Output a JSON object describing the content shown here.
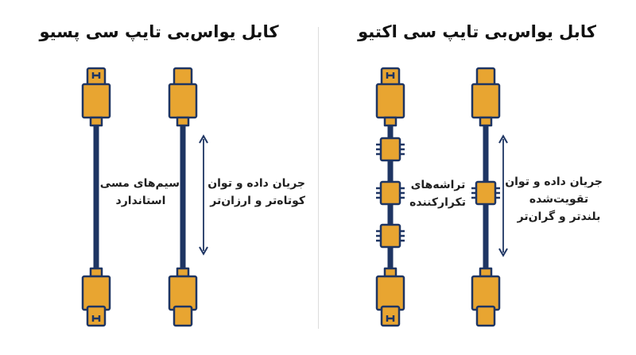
{
  "active": {
    "title": "کابل یواس‌بی تایپ سی اکتیو",
    "repeaters_label_line1": "تراشه‌های",
    "repeaters_label_line2": "تکرارکننده",
    "signal_label_line1": "جریان داده و توان",
    "signal_label_line2": "تقویت‌شده",
    "signal_label_line3": "بلندتر و گران‌تر"
  },
  "passive": {
    "title": "کابل یواس‌بی تایپ سی پسیو",
    "wires_label_line1": "سیم‌های مسی",
    "wires_label_line2": "استاندارد",
    "signal_label_line1": "جریان داده و توان",
    "signal_label_line2": "کوتاه‌تر و ارزان‌تر"
  },
  "colors": {
    "connector": "#E8A531",
    "outline": "#1E3563",
    "text": "#1f1f1f"
  }
}
